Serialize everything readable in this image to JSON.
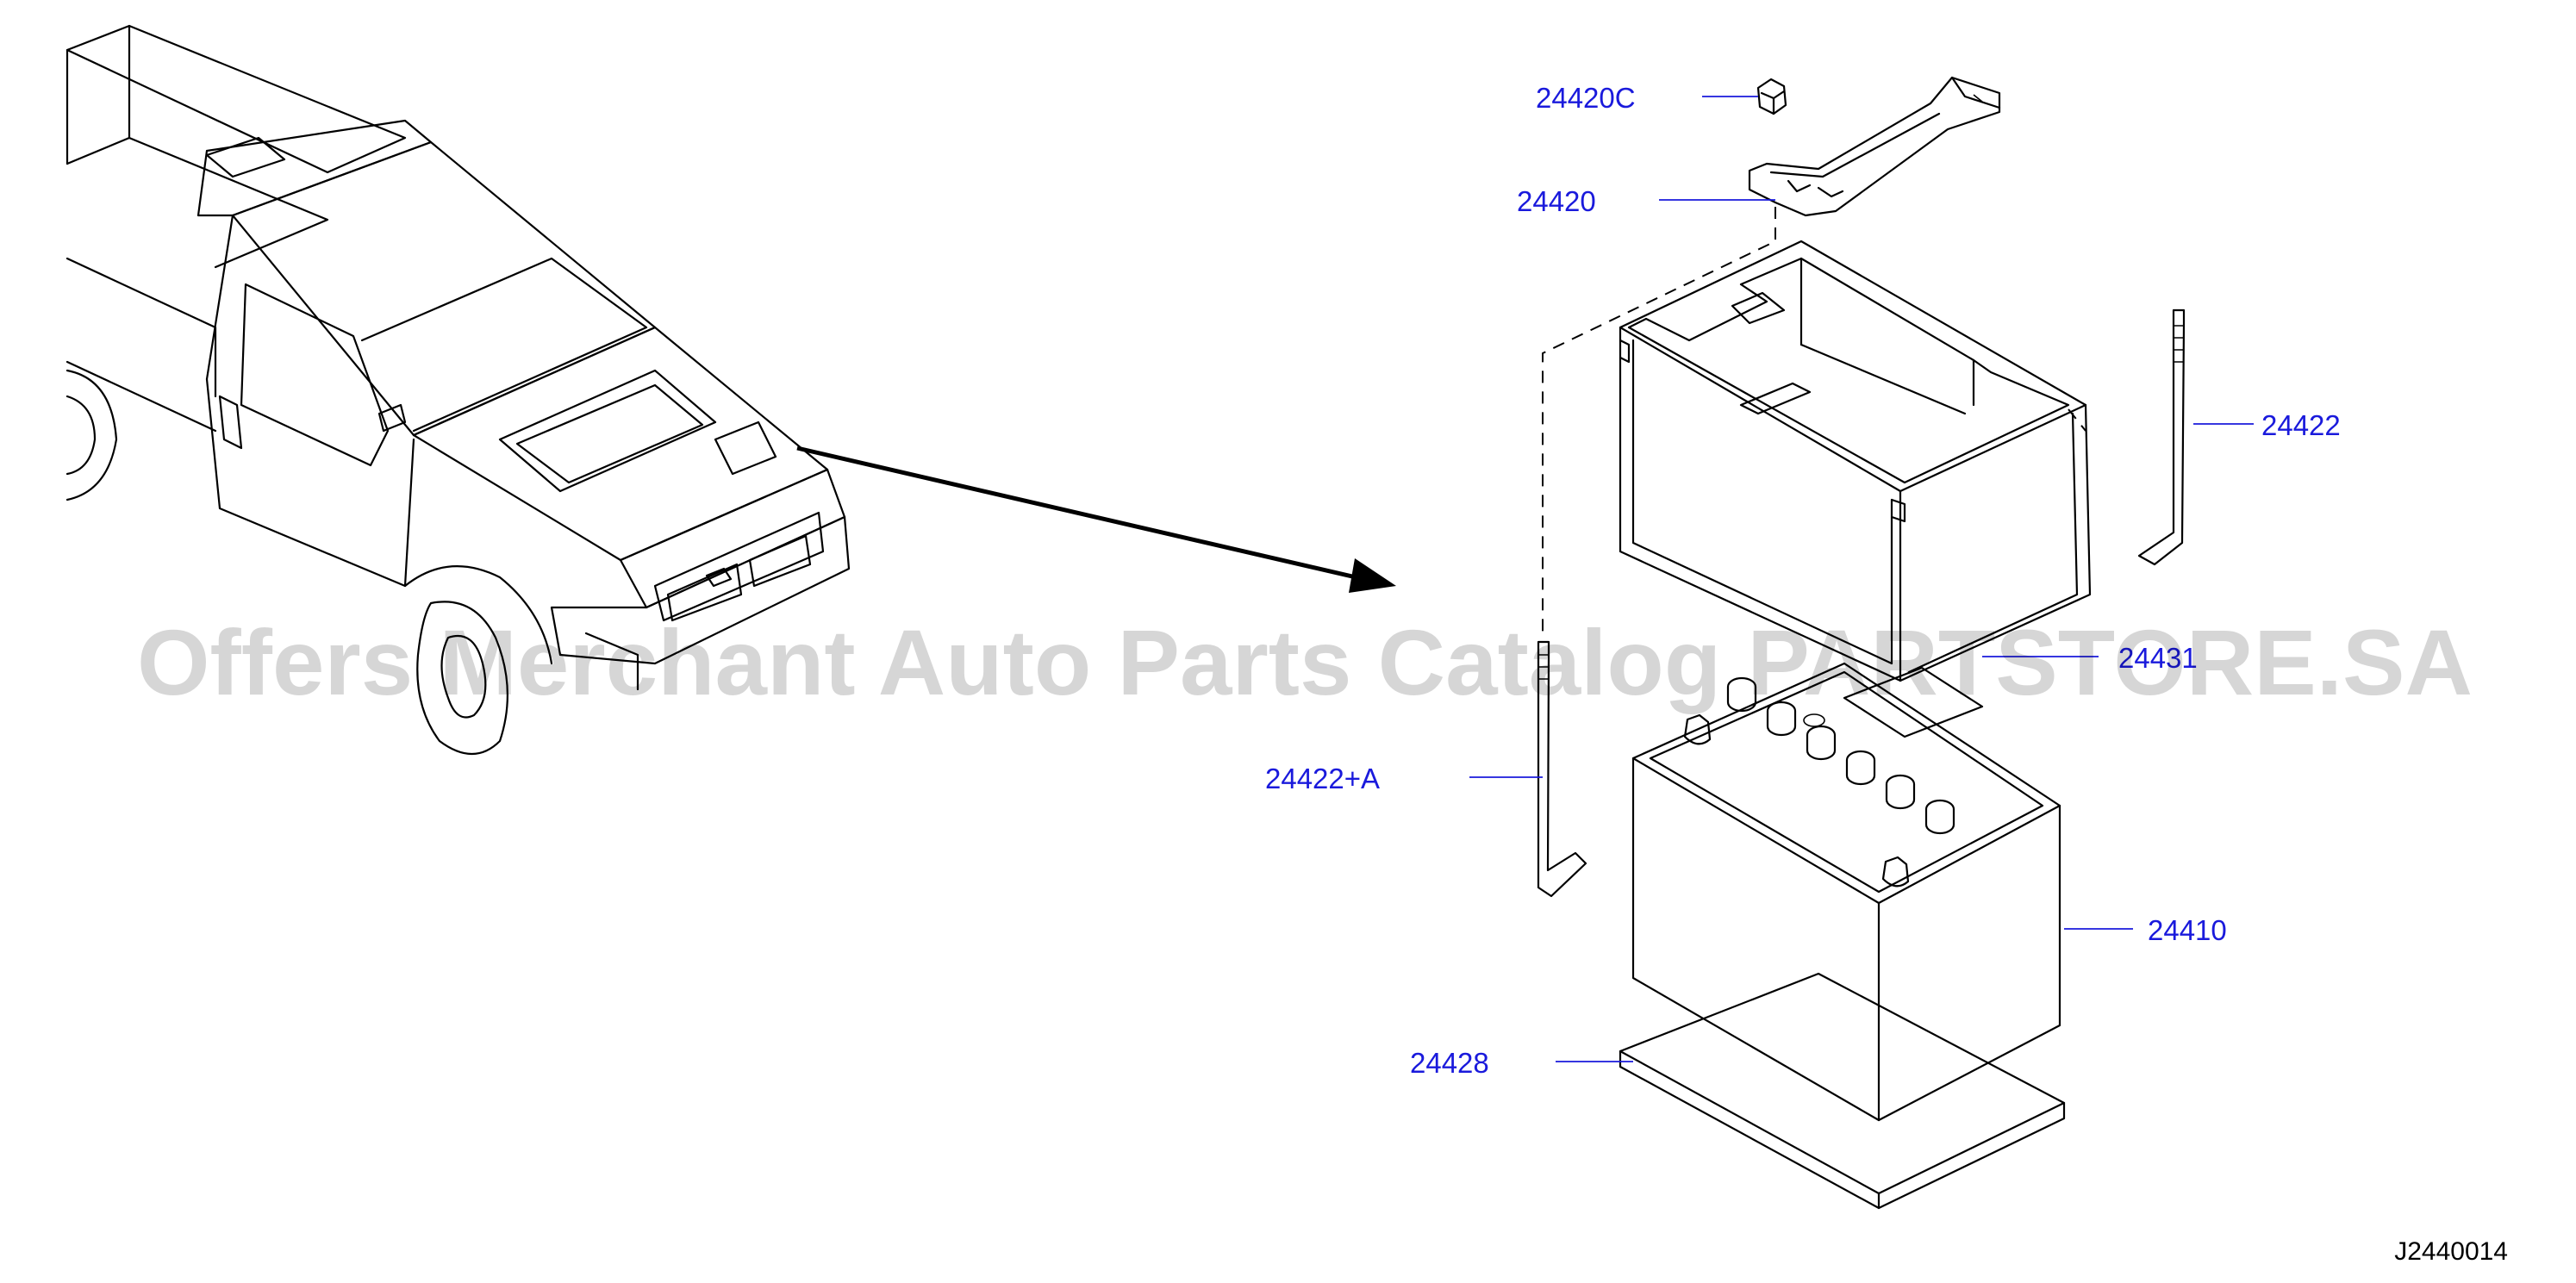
{
  "diagram": {
    "callouts": {
      "p24420C": "24420C",
      "p24420": "24420",
      "p24422": "24422",
      "p24431": "24431",
      "p24422A": "24422+A",
      "p24410": "24410",
      "p24428": "24428"
    },
    "reference_code": "J2440014",
    "watermark": "Offers Merchant Auto Parts Catalog PARTSTORE.SA",
    "colors": {
      "callout": "#1a1adc",
      "line": "#000000",
      "background": "#ffffff"
    }
  }
}
